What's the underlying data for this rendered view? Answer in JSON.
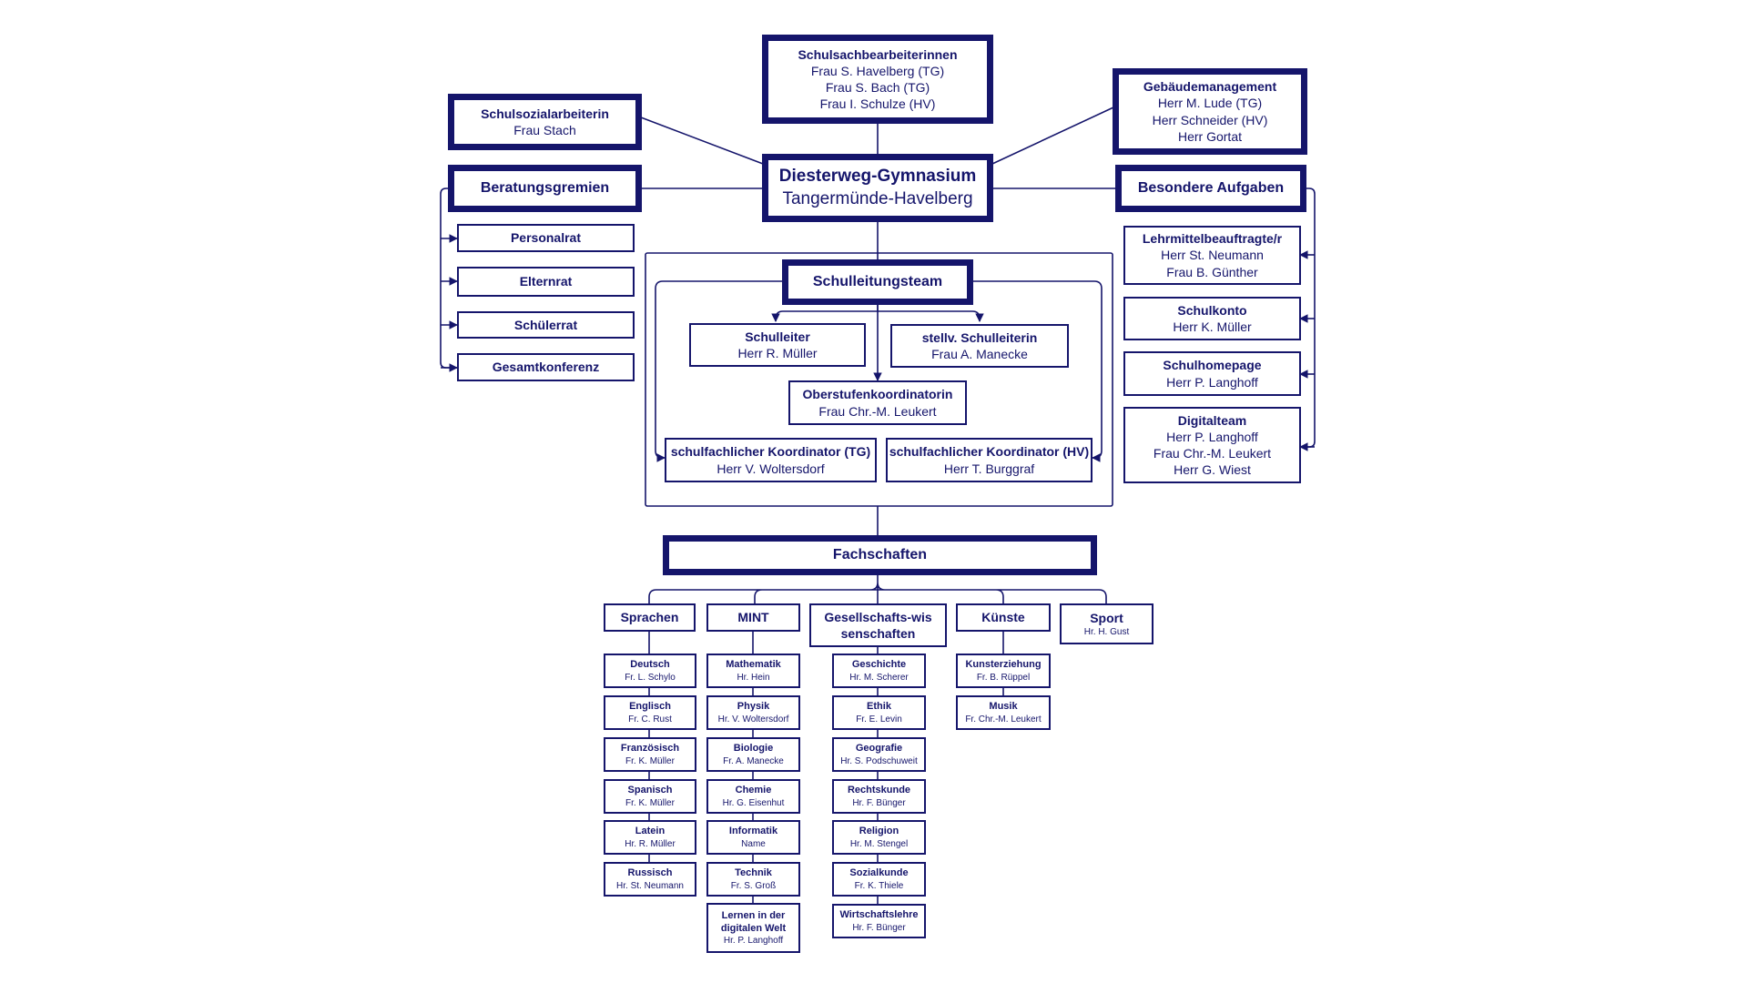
{
  "accent": "#15156b",
  "school": {
    "name": "Diesterweg-Gymnasium",
    "location": "Tangermünde-Havelberg"
  },
  "sachbearbeiter": {
    "title": "Schulsachbearbeiterinnen",
    "names": [
      "Frau S. Havelberg (TG)",
      "Frau S. Bach (TG)",
      "Frau I. Schulze (HV)"
    ]
  },
  "sozial": {
    "title": "Schulsozialarbeiterin",
    "names": [
      "Frau Stach"
    ]
  },
  "gebaeude": {
    "title": "Gebäudemanagement",
    "names": [
      "Herr M. Lude (TG)",
      "Herr Schneider (HV)",
      "Herr Gortat"
    ]
  },
  "beratung": {
    "title": "Beratungsgremien",
    "items": [
      "Personalrat",
      "Elternrat",
      "Schülerrat",
      "Gesamtkonferenz"
    ]
  },
  "besondere": {
    "title": "Besondere Aufgaben",
    "items": [
      {
        "title": "Lehrmittelbeauftragte/r",
        "names": [
          "Herr St. Neumann",
          "Frau B. Günther"
        ]
      },
      {
        "title": "Schulkonto",
        "names": [
          "Herr K. Müller"
        ]
      },
      {
        "title": "Schulhomepage",
        "names": [
          "Herr P. Langhoff"
        ]
      },
      {
        "title": "Digitalteam",
        "names": [
          "Herr P. Langhoff",
          "Frau Chr.-M. Leukert",
          "Herr G. Wiest"
        ]
      }
    ]
  },
  "leitung": {
    "title": "Schulleitungsteam",
    "schulleiter": {
      "title": "Schulleiter",
      "name": "Herr R. Müller"
    },
    "stellv": {
      "title": "stellv. Schulleiterin",
      "name": "Frau A. Manecke"
    },
    "oberstufe": {
      "title": "Oberstufenkoordinatorin",
      "name": "Frau Chr.-M. Leukert"
    },
    "koord_tg": {
      "title": "schulfachlicher Koordinator (TG)",
      "name": "Herr V. Woltersdorf"
    },
    "koord_hv": {
      "title": "schulfachlicher Koordinator (HV)",
      "name": "Herr T. Burggraf"
    }
  },
  "fachschaften": {
    "title": "Fachschaften",
    "groups": [
      {
        "title": "Sprachen",
        "subjects": [
          {
            "title": "Deutsch",
            "name": "Fr. L. Schylo"
          },
          {
            "title": "Englisch",
            "name": "Fr. C. Rust"
          },
          {
            "title": "Französisch",
            "name": "Fr. K. Müller"
          },
          {
            "title": "Spanisch",
            "name": "Fr. K. Müller"
          },
          {
            "title": "Latein",
            "name": "Hr. R. Müller"
          },
          {
            "title": "Russisch",
            "name": "Hr. St. Neumann"
          }
        ]
      },
      {
        "title": "MINT",
        "subjects": [
          {
            "title": "Mathematik",
            "name": "Hr. Hein"
          },
          {
            "title": "Physik",
            "name": "Hr. V. Woltersdorf"
          },
          {
            "title": "Biologie",
            "name": "Fr. A. Manecke"
          },
          {
            "title": "Chemie",
            "name": "Hr. G. Eisenhut"
          },
          {
            "title": "Informatik",
            "name": "Name"
          },
          {
            "title": "Technik",
            "name": "Fr. S. Groß"
          },
          {
            "title": "Lernen in der digitalen Welt",
            "name": "Hr. P. Langhoff"
          }
        ]
      },
      {
        "title": "Gesellschafts-wissenschaften",
        "subjects": [
          {
            "title": "Geschichte",
            "name": "Hr. M. Scherer"
          },
          {
            "title": "Ethik",
            "name": "Fr. E. Levin"
          },
          {
            "title": "Geografie",
            "name": "Hr. S. Podschuweit"
          },
          {
            "title": "Rechtskunde",
            "name": "Hr. F. Bünger"
          },
          {
            "title": "Religion",
            "name": "Hr. M. Stengel"
          },
          {
            "title": "Sozialkunde",
            "name": "Fr. K. Thiele"
          },
          {
            "title": "Wirtschaftslehre",
            "name": "Hr. F. Bünger"
          }
        ]
      },
      {
        "title": "Künste",
        "subjects": [
          {
            "title": "Kunsterziehung",
            "name": "Fr. B. Rüppel"
          },
          {
            "title": "Musik",
            "name": "Fr. Chr.-M. Leukert"
          }
        ]
      },
      {
        "title": "Sport",
        "name": "Hr. H. Gust",
        "subjects": []
      }
    ]
  }
}
